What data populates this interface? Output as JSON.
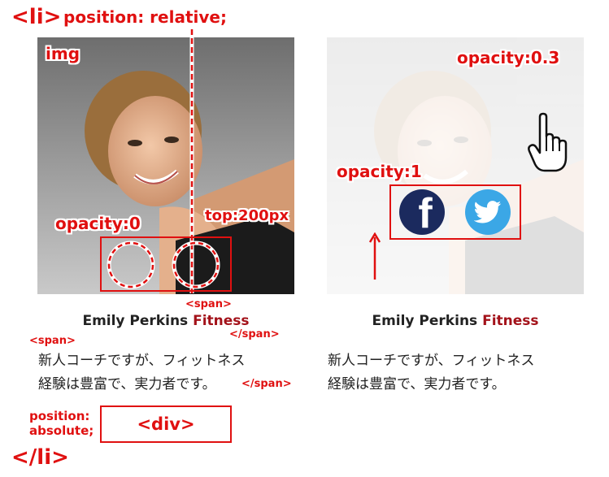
{
  "annotations": {
    "li_open": "<li>",
    "position_relative": "position: relative;",
    "img": "img",
    "opacity0": "opacity:0",
    "top200": "top:200px",
    "span_open_mid": "<span>",
    "span_close_mid": "</span>",
    "span_open_left": "<span>",
    "span_close_right": "</span>",
    "position_absolute_1": "position:",
    "position_absolute_2": "absolute;",
    "div": "<div>",
    "li_close": "</li>",
    "opacity03": "opacity:0.3",
    "opacity1": "opacity:1"
  },
  "card_left": {
    "name_main": "Emily Perkins",
    "name_accent": "Fitness",
    "desc_line1": "新人コーチですが、フィットネス",
    "desc_line2": "経験は豊富で、実力者です。"
  },
  "card_right": {
    "name_main": "Emily Perkins",
    "name_accent": "Fitness",
    "desc_line1": "新人コーチですが、フィットネス",
    "desc_line2": "経験は豊富で、実力者です。"
  },
  "social": {
    "facebook_glyph": "f",
    "facebook_icon": "facebook-icon",
    "twitter_icon": "twitter-icon"
  },
  "colors": {
    "annotation_red": "#e01010",
    "accent": "#a3121a",
    "facebook": "#1b2a5e",
    "twitter": "#3ba7e6"
  }
}
